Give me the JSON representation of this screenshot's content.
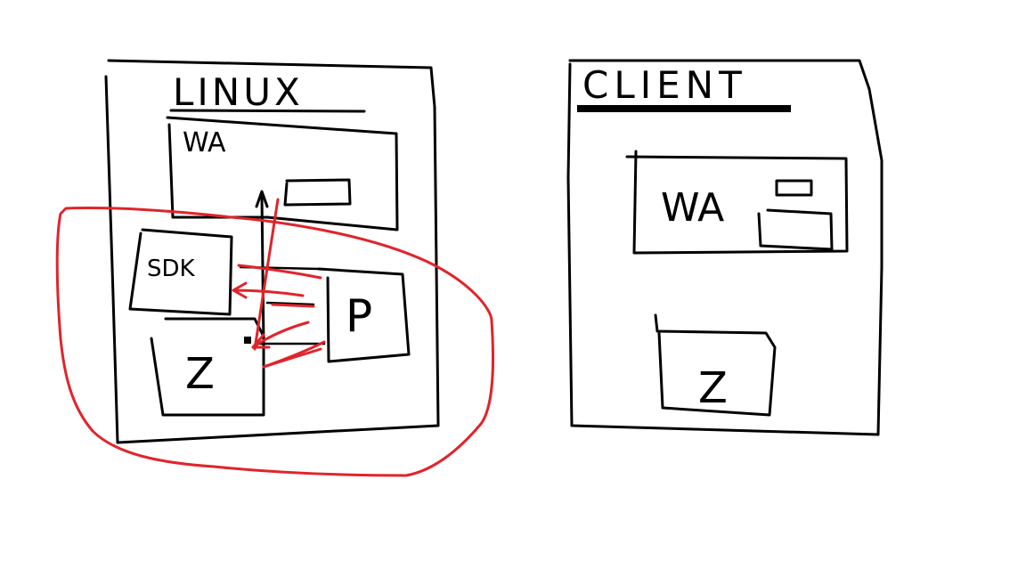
{
  "diagram": {
    "left_panel": {
      "title": "LINUX",
      "app_box_label": "WA",
      "sdk_label": "SDK",
      "z_label": "Z",
      "p_label": "P"
    },
    "right_panel": {
      "title": "CLIENT",
      "app_box_label": "WA",
      "z_label": "Z"
    },
    "colors": {
      "ink": "#000000",
      "highlight": "#e0242b",
      "background": "#ffffff"
    }
  }
}
